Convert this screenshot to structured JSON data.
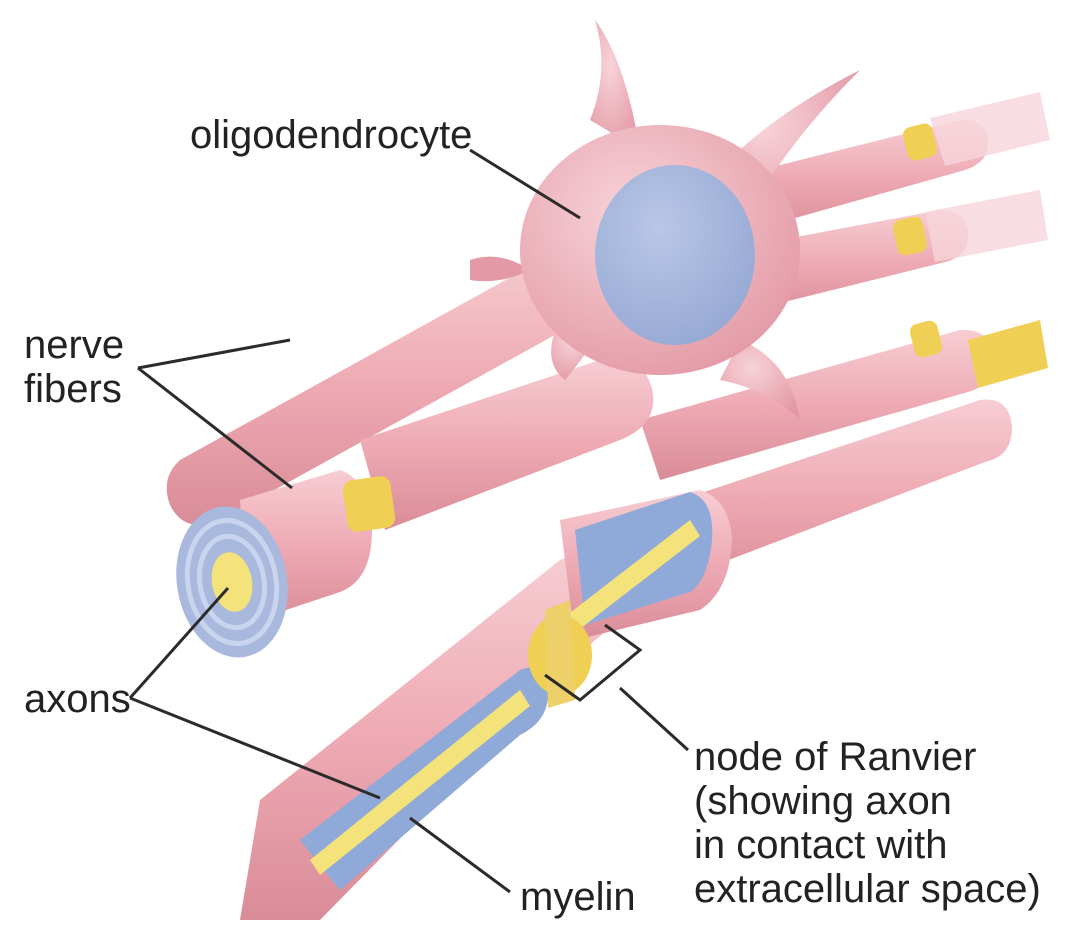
{
  "labels": {
    "oligodendrocyte": "oligodendrocyte",
    "nerve_fibers": [
      "nerve",
      "fibers"
    ],
    "axons": "axons",
    "node_of_ranvier": [
      "node of Ranvier",
      "(showing axon",
      "in contact with",
      "extracellular space)"
    ],
    "myelin": "myelin"
  },
  "colors": {
    "myelin_pink": "#f0b3bb",
    "myelin_shadow": "#d98c98",
    "nucleus_blue": "#a9b9dd",
    "sheath_blue": "#8fa9d8",
    "axon_yellow": "#f4e27a",
    "node_yellow": "#f0cf55",
    "leader_line": "#2b2b2b"
  }
}
